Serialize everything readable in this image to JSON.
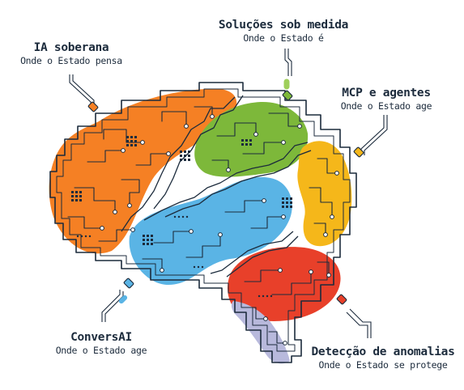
{
  "palette": {
    "orange": "#f58024",
    "green": "#7db83a",
    "yellow": "#f5b71a",
    "blue": "#5ab4e5",
    "red": "#e8402a",
    "lavender": "#b8b9dc",
    "circuit": "#1c2b3c"
  },
  "regions": [
    {
      "id": "ia-soberana",
      "title": "IA soberana",
      "subtitle": "Onde o Estado pensa",
      "color": "#f58024"
    },
    {
      "id": "solucoes-sob-medida",
      "title": "Soluções sob medida",
      "subtitle": "Onde o Estado é",
      "color": "#7db83a"
    },
    {
      "id": "mcp-agentes",
      "title": "MCP e agentes",
      "subtitle": "Onde o Estado age",
      "color": "#f5b71a"
    },
    {
      "id": "conversai",
      "title": "ConversAI",
      "subtitle": "Onde o Estado age",
      "color": "#5ab4e5"
    },
    {
      "id": "deteccao-anomalias",
      "title": "Detecção de anomalias",
      "subtitle": "Onde o Estado se protege",
      "color": "#e8402a"
    }
  ]
}
